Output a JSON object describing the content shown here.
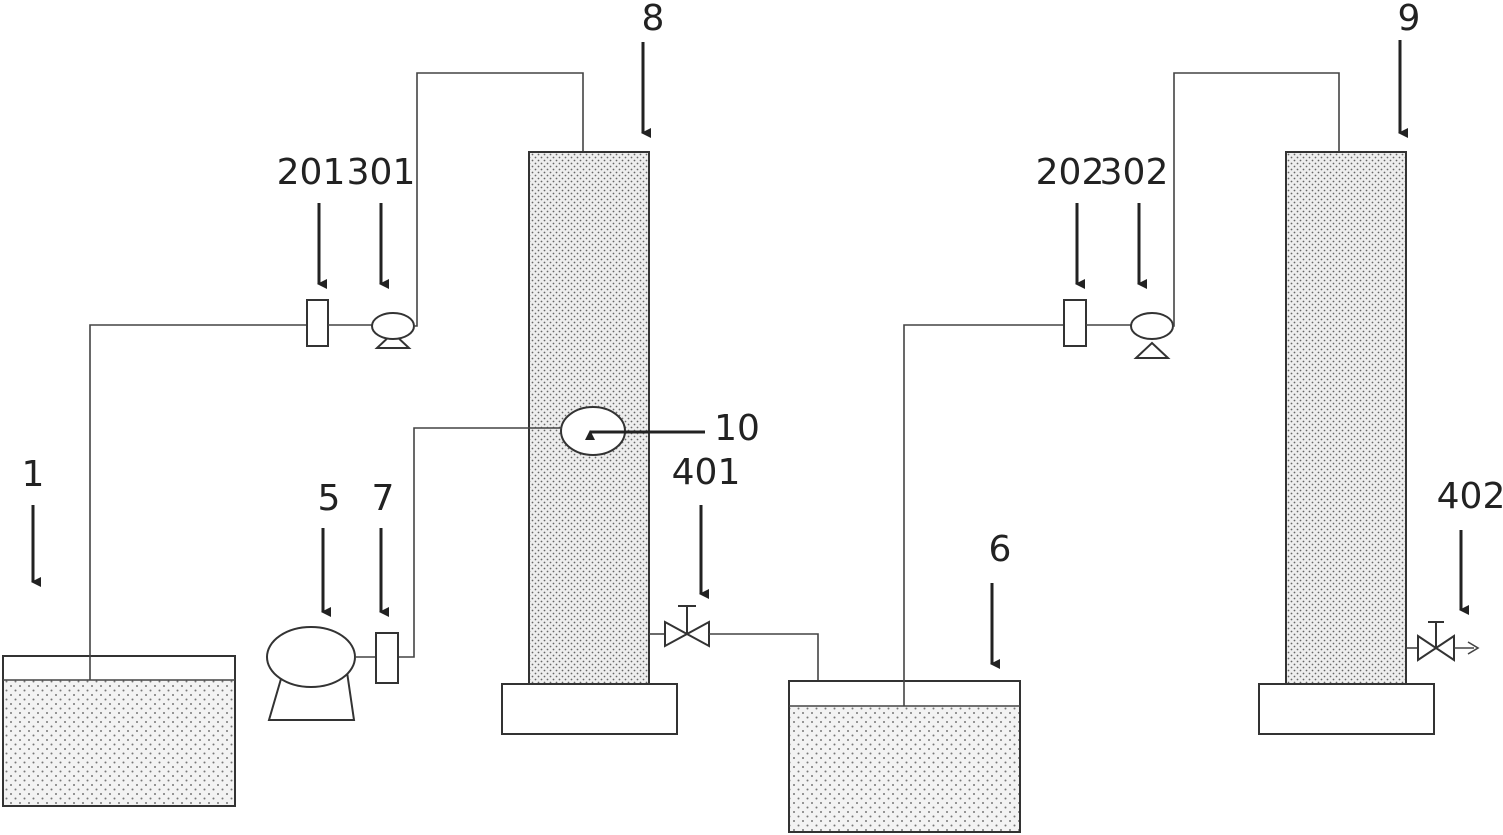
{
  "labels": {
    "tank_1": "1",
    "filter_201": "201",
    "pump_301": "301",
    "air_pump_5": "5",
    "valve_7": "7",
    "column_8": "8",
    "aerator_10": "10",
    "valve_401": "401",
    "tank_6": "6",
    "filter_202": "202",
    "pump_302": "302",
    "column_9": "9",
    "valve_402": "402"
  },
  "colors": {
    "line": "#444444",
    "fill": "#f3f3f3",
    "dots": "#777777",
    "text": "#222222"
  }
}
